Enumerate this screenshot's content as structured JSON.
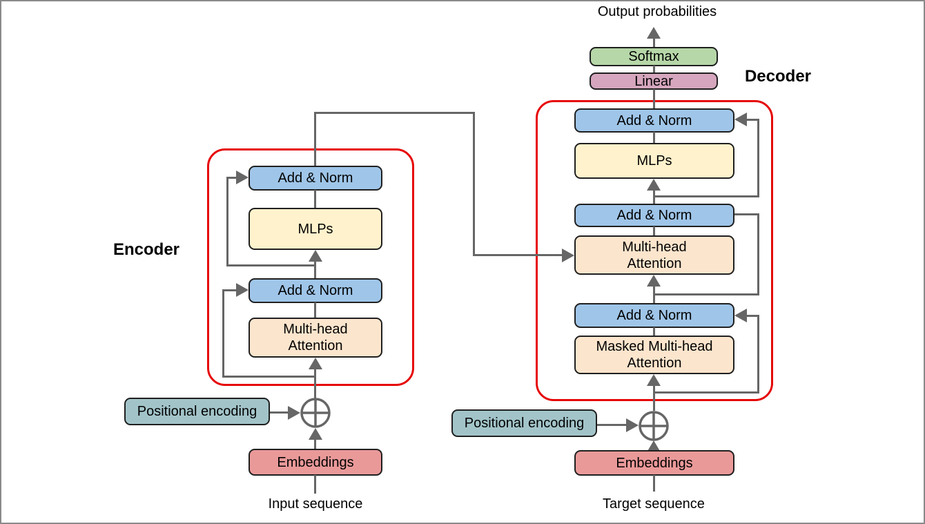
{
  "colors": {
    "line": "#666666",
    "boxBorder": "#1f1f1f",
    "red": "#e60505",
    "blue": "#9fc5e8",
    "yellow": "#fff2cc",
    "orange": "#fce5cd",
    "green": "#b6d7a8",
    "pink": "#d5a6bd",
    "teal": "#a2c4c9",
    "salmon": "#ea9999",
    "canvasBorder": "#8a8a8a"
  },
  "diagram": {
    "output_label": "Output probabilities",
    "encoder": {
      "label": "Encoder",
      "add_norm_top": "Add & Norm",
      "mlps": "MLPs",
      "add_norm_bottom": "Add & Norm",
      "attention": "Multi-head Attention",
      "positional_encoding": "Positional encoding",
      "embeddings": "Embeddings",
      "input_label": "Input sequence"
    },
    "decoder": {
      "label": "Decoder",
      "softmax": "Softmax",
      "linear": "Linear",
      "add_norm_top": "Add & Norm",
      "mlps": "MLPs",
      "add_norm_mid": "Add & Norm",
      "attention": "Multi-head Attention",
      "add_norm_bottom": "Add & Norm",
      "masked_attention": "Masked Multi-head Attention",
      "positional_encoding": "Positional encoding",
      "embeddings": "Embeddings",
      "target_label": "Target sequence"
    }
  }
}
